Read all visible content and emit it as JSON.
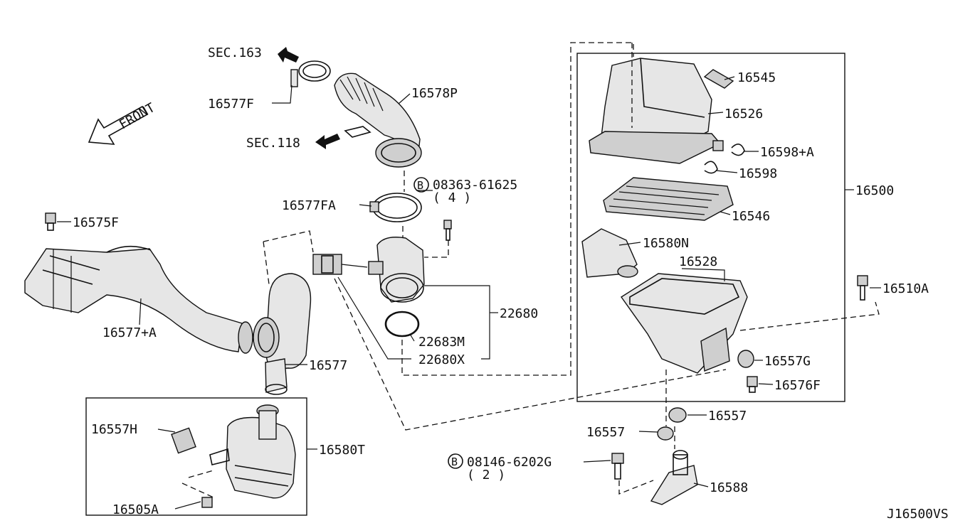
{
  "diagram": {
    "direction_label": "FRONT",
    "drawing_code": "J16500VS",
    "section_refs": [
      "SEC.163",
      "SEC.118"
    ],
    "bolt_marker": "B",
    "callouts": {
      "p16545": "16545",
      "p16526": "16526",
      "p16598a": "16598+A",
      "p16598": "16598",
      "p16500": "16500",
      "p16546": "16546",
      "p16580n": "16580N",
      "p16528": "16528",
      "p16510a": "16510A",
      "p16557g": "16557G",
      "p16576f": "16576F",
      "p16557r": "16557",
      "p16557l": "16557",
      "p16588": "16588",
      "p08146": "08146-6202G",
      "p08146qty": "( 2 )",
      "p08363": "08363-61625",
      "p08363qty": "( 4 )",
      "p16578p": "16578P",
      "p16577f": "16577F",
      "p16577fa": "16577FA",
      "p16575f": "16575F",
      "p16577a": "16577+A",
      "p16577": "16577",
      "p22680": "22680",
      "p22683m": "22683M",
      "p22680x": "22680X",
      "p16557h": "16557H",
      "p16580t": "16580T",
      "p16505a": "16505A"
    }
  }
}
